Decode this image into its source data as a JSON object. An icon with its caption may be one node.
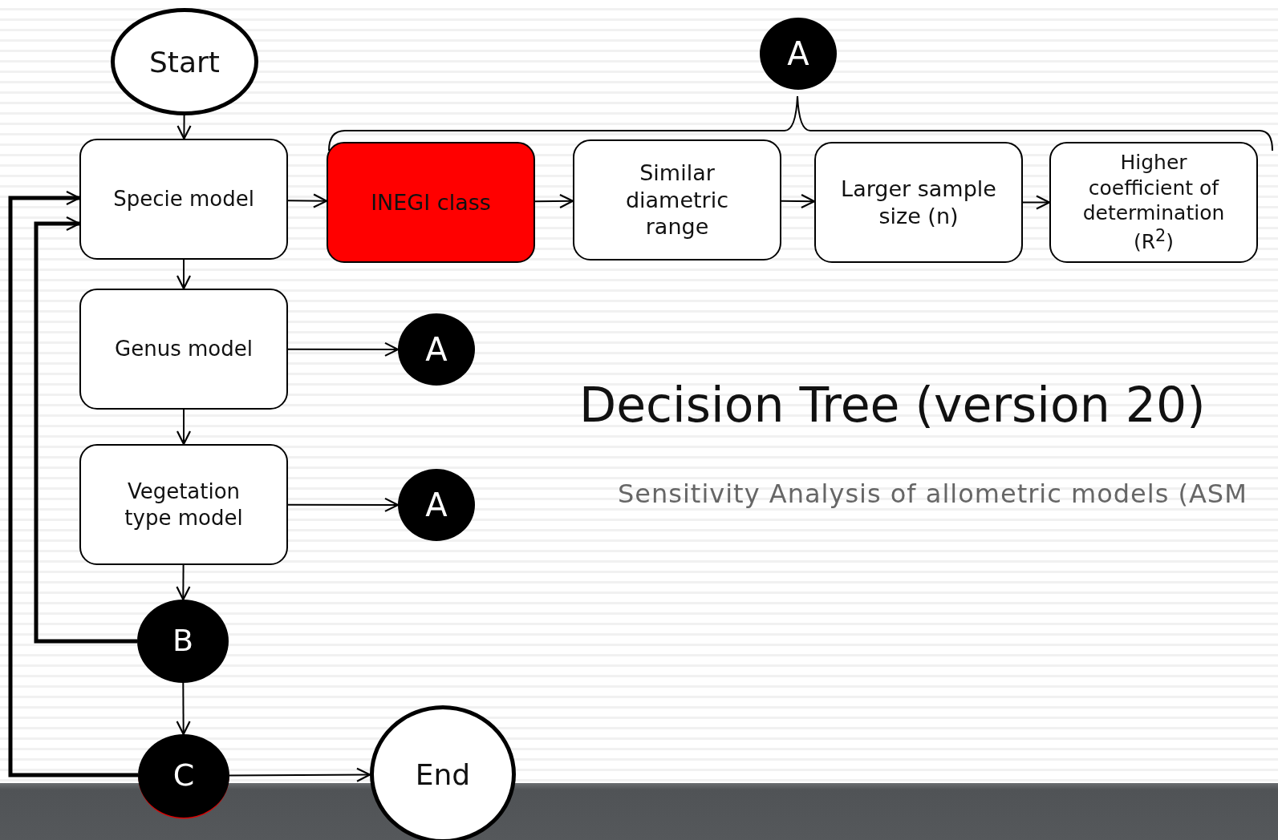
{
  "diagram": {
    "title": "Decision Tree (version 20)",
    "nodes": [
      {
        "text": [
          "Start"
        ]
      },
      {
        "text": [
          "Specie model"
        ]
      },
      {
        "text": [
          "INEGI class"
        ]
      },
      {
        "text": [
          "Similar diametric range"
        ]
      },
      {
        "text": [
          "Larger sample size (n)"
        ]
      },
      {
        "text": [
          "Higher coefficient of determination (R$^{2}$)"
        ]
      },
      {
        "text": [
          "A"
        ]
      },
      {
        "text": [
          "Genus model"
        ]
      },
      {
        "text": [
          "A"
        ]
      },
      {
        "text": [
          "Vegetation type model"
        ]
      },
      {
        "text": [
          "A"
        ]
      },
      {
        "text": [
          "B"
        ]
      },
      {
        "text": [
          "C"
        ]
      },
      {
        "text": [
          "End"
        ]
      }
    ],
    "edges": [
      {
        "from": 0,
        "to": 1,
        "arrow": "to"
      },
      {
        "from": 1,
        "to": 2,
        "arrow": "to"
      },
      {
        "from": 2,
        "to": 3,
        "arrow": "to"
      },
      {
        "from": 3,
        "to": 4,
        "arrow": "to"
      },
      {
        "from": 4,
        "to": 5,
        "arrow": "to"
      },
      {
        "from": 1,
        "to": 7,
        "arrow": "to"
      },
      {
        "from": 7,
        "to": 8,
        "arrow": "to"
      },
      {
        "from": 7,
        "to": 9,
        "arrow": "to"
      },
      {
        "from": 9,
        "to": 10,
        "arrow": "to"
      },
      {
        "from": 9,
        "to": 11,
        "arrow": "to"
      },
      {
        "from": 11,
        "to": 1,
        "arrow": "to",
        "style": "thick"
      },
      {
        "from": 11,
        "to": 12,
        "arrow": "to"
      },
      {
        "from": 12,
        "to": 1,
        "arrow": "to",
        "style": "thick"
      },
      {
        "from": 12,
        "to": 13,
        "arrow": "to"
      }
    ],
    "labels": [
      "Sensitivity Analysis of allometric models (ASM"
    ]
  }
}
